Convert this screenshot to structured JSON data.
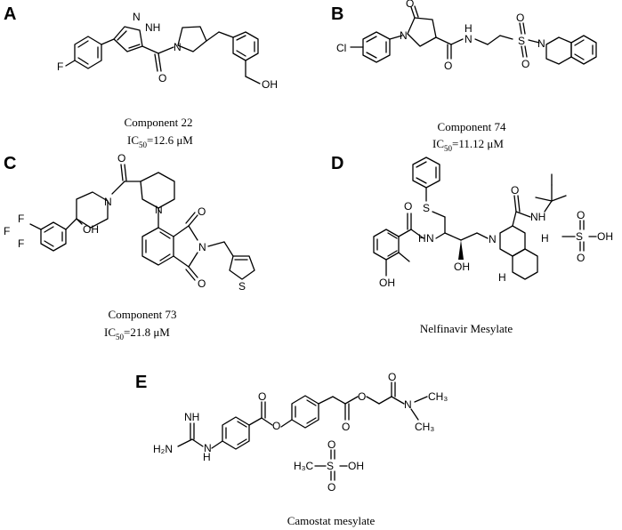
{
  "panels": {
    "A": {
      "label": "A",
      "name": "Component 22",
      "ic_prefix": "IC",
      "ic_sub": "50",
      "ic_value": "=12.6 μM",
      "atoms": {
        "f": "F",
        "n": "N",
        "nh": "NH",
        "o": "O",
        "oh": "OH",
        "ring_n": "N"
      }
    },
    "B": {
      "label": "B",
      "name": "Component 74",
      "ic_prefix": "IC",
      "ic_sub": "50",
      "ic_value": "=11.12 μM",
      "atoms": {
        "cl": "Cl",
        "n1": "N",
        "o1": "O",
        "o2": "O",
        "h": "H",
        "n2": "N",
        "s": "S",
        "o3": "O",
        "o4": "O",
        "n3": "N"
      }
    },
    "C": {
      "label": "C",
      "name": "Component 73",
      "ic_prefix": "IC",
      "ic_sub": "50",
      "ic_value": "=21.8 μM",
      "atoms": {
        "o1": "O",
        "n1": "N",
        "n2": "N",
        "oh": "OH",
        "f1": "F",
        "f2": "F",
        "f3": "F",
        "o2": "O",
        "o3": "O",
        "n3": "N",
        "s": "S"
      }
    },
    "D": {
      "label": "D",
      "name": "Nelfinavir Mesylate",
      "atoms": {
        "s": "S",
        "o1": "O",
        "h1": "H",
        "n1": "N",
        "oh1": "OH",
        "oh2": "OH",
        "n2": "N",
        "o2": "O",
        "nh": "NH",
        "h2": "H",
        "h3": "H",
        "ms_s": "S",
        "ms_o1": "O",
        "ms_o2": "O",
        "ms_oh": "OH"
      }
    },
    "E": {
      "label": "E",
      "name": "Camostat mesylate",
      "atoms": {
        "nh": "NH",
        "h2n": "H₂N",
        "h": "H",
        "n": "N",
        "o1": "O",
        "o2": "O",
        "o3": "O",
        "o4": "O",
        "o5": "O",
        "n2": "N",
        "ch3a": "CH₃",
        "ch3b": "CH₃",
        "h3c": "H₃C",
        "ms_s": "S",
        "ms_o1": "O",
        "ms_o2": "O",
        "ms_oh": "OH"
      }
    }
  }
}
